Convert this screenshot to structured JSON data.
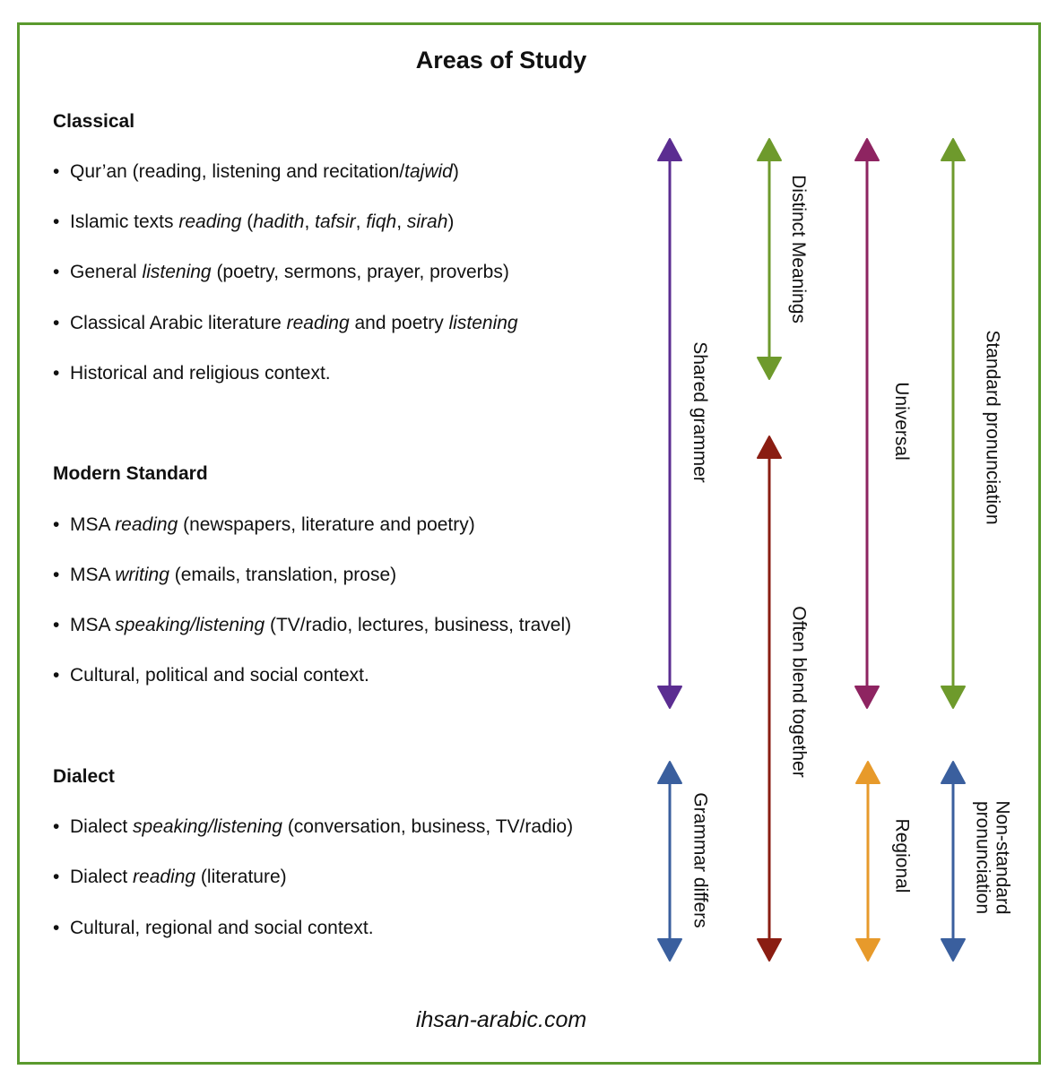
{
  "title": "Areas of Study",
  "footer": "ihsan-arabic.com",
  "colors": {
    "border": "#5a9a2e",
    "purple": "#5b2d91",
    "green": "#6e9a2c",
    "magenta": "#8e2461",
    "darkred": "#8a1d12",
    "blue": "#3a5f9e",
    "orange": "#e79a2b"
  },
  "sections": [
    {
      "heading": "Classical",
      "items": [
        [
          {
            "t": "Qur’an (reading, listening and recitation/"
          },
          {
            "t": "tajwid",
            "i": true
          },
          {
            "t": ")"
          }
        ],
        [
          {
            "t": "Islamic texts "
          },
          {
            "t": "reading",
            "i": true
          },
          {
            "t": " ("
          },
          {
            "t": "hadith",
            "i": true
          },
          {
            "t": ", "
          },
          {
            "t": "tafsir",
            "i": true
          },
          {
            "t": ", "
          },
          {
            "t": "fiqh",
            "i": true
          },
          {
            "t": ", "
          },
          {
            "t": "sirah",
            "i": true
          },
          {
            "t": ")"
          }
        ],
        [
          {
            "t": "General "
          },
          {
            "t": "listening",
            "i": true
          },
          {
            "t": " (poetry, sermons, prayer, proverbs)"
          }
        ],
        [
          {
            "t": "Classical Arabic literature "
          },
          {
            "t": "reading",
            "i": true
          },
          {
            "t": " and poetry "
          },
          {
            "t": "listening",
            "i": true
          }
        ],
        [
          {
            "t": "Historical and religious context."
          }
        ]
      ]
    },
    {
      "heading": "Modern Standard",
      "items": [
        [
          {
            "t": "MSA "
          },
          {
            "t": "reading",
            "i": true
          },
          {
            "t": " (newspapers, literature and poetry)"
          }
        ],
        [
          {
            "t": "MSA "
          },
          {
            "t": "writing",
            "i": true
          },
          {
            "t": " (emails, translation, prose)"
          }
        ],
        [
          {
            "t": "MSA "
          },
          {
            "t": "speaking/listening",
            "i": true
          },
          {
            "t": " (TV/radio, lectures, business, travel)"
          }
        ],
        [
          {
            "t": "Cultural, political and social context."
          }
        ]
      ]
    },
    {
      "heading": "Dialect",
      "items": [
        [
          {
            "t": "Dialect "
          },
          {
            "t": "speaking/listening",
            "i": true
          },
          {
            "t": " (conversation, business, TV/radio)"
          }
        ],
        [
          {
            "t": "Dialect "
          },
          {
            "t": "reading",
            "i": true
          },
          {
            "t": " (literature)"
          }
        ],
        [
          {
            "t": "Cultural, regional and social context."
          }
        ]
      ]
    }
  ],
  "arrows": [
    {
      "name": "shared-grammer-arrow",
      "label": "Shared grammer",
      "color": "purple"
    },
    {
      "name": "distinct-meanings-arrow",
      "label": "Distinct Meanings",
      "color": "green"
    },
    {
      "name": "universal-arrow",
      "label": "Universal",
      "color": "magenta"
    },
    {
      "name": "standard-pronunciation-arrow",
      "label": "Standard pronunciation",
      "color": "green"
    },
    {
      "name": "often-blend-together-arrow",
      "label": "Often blend together",
      "color": "darkred"
    },
    {
      "name": "grammar-differs-arrow",
      "label": "Grammar differs",
      "color": "blue"
    },
    {
      "name": "regional-arrow",
      "label": "Regional",
      "color": "orange"
    },
    {
      "name": "non-standard-pronunciation-arrow",
      "label": [
        "Non-standard",
        "pronunciation"
      ],
      "color": "blue"
    }
  ]
}
